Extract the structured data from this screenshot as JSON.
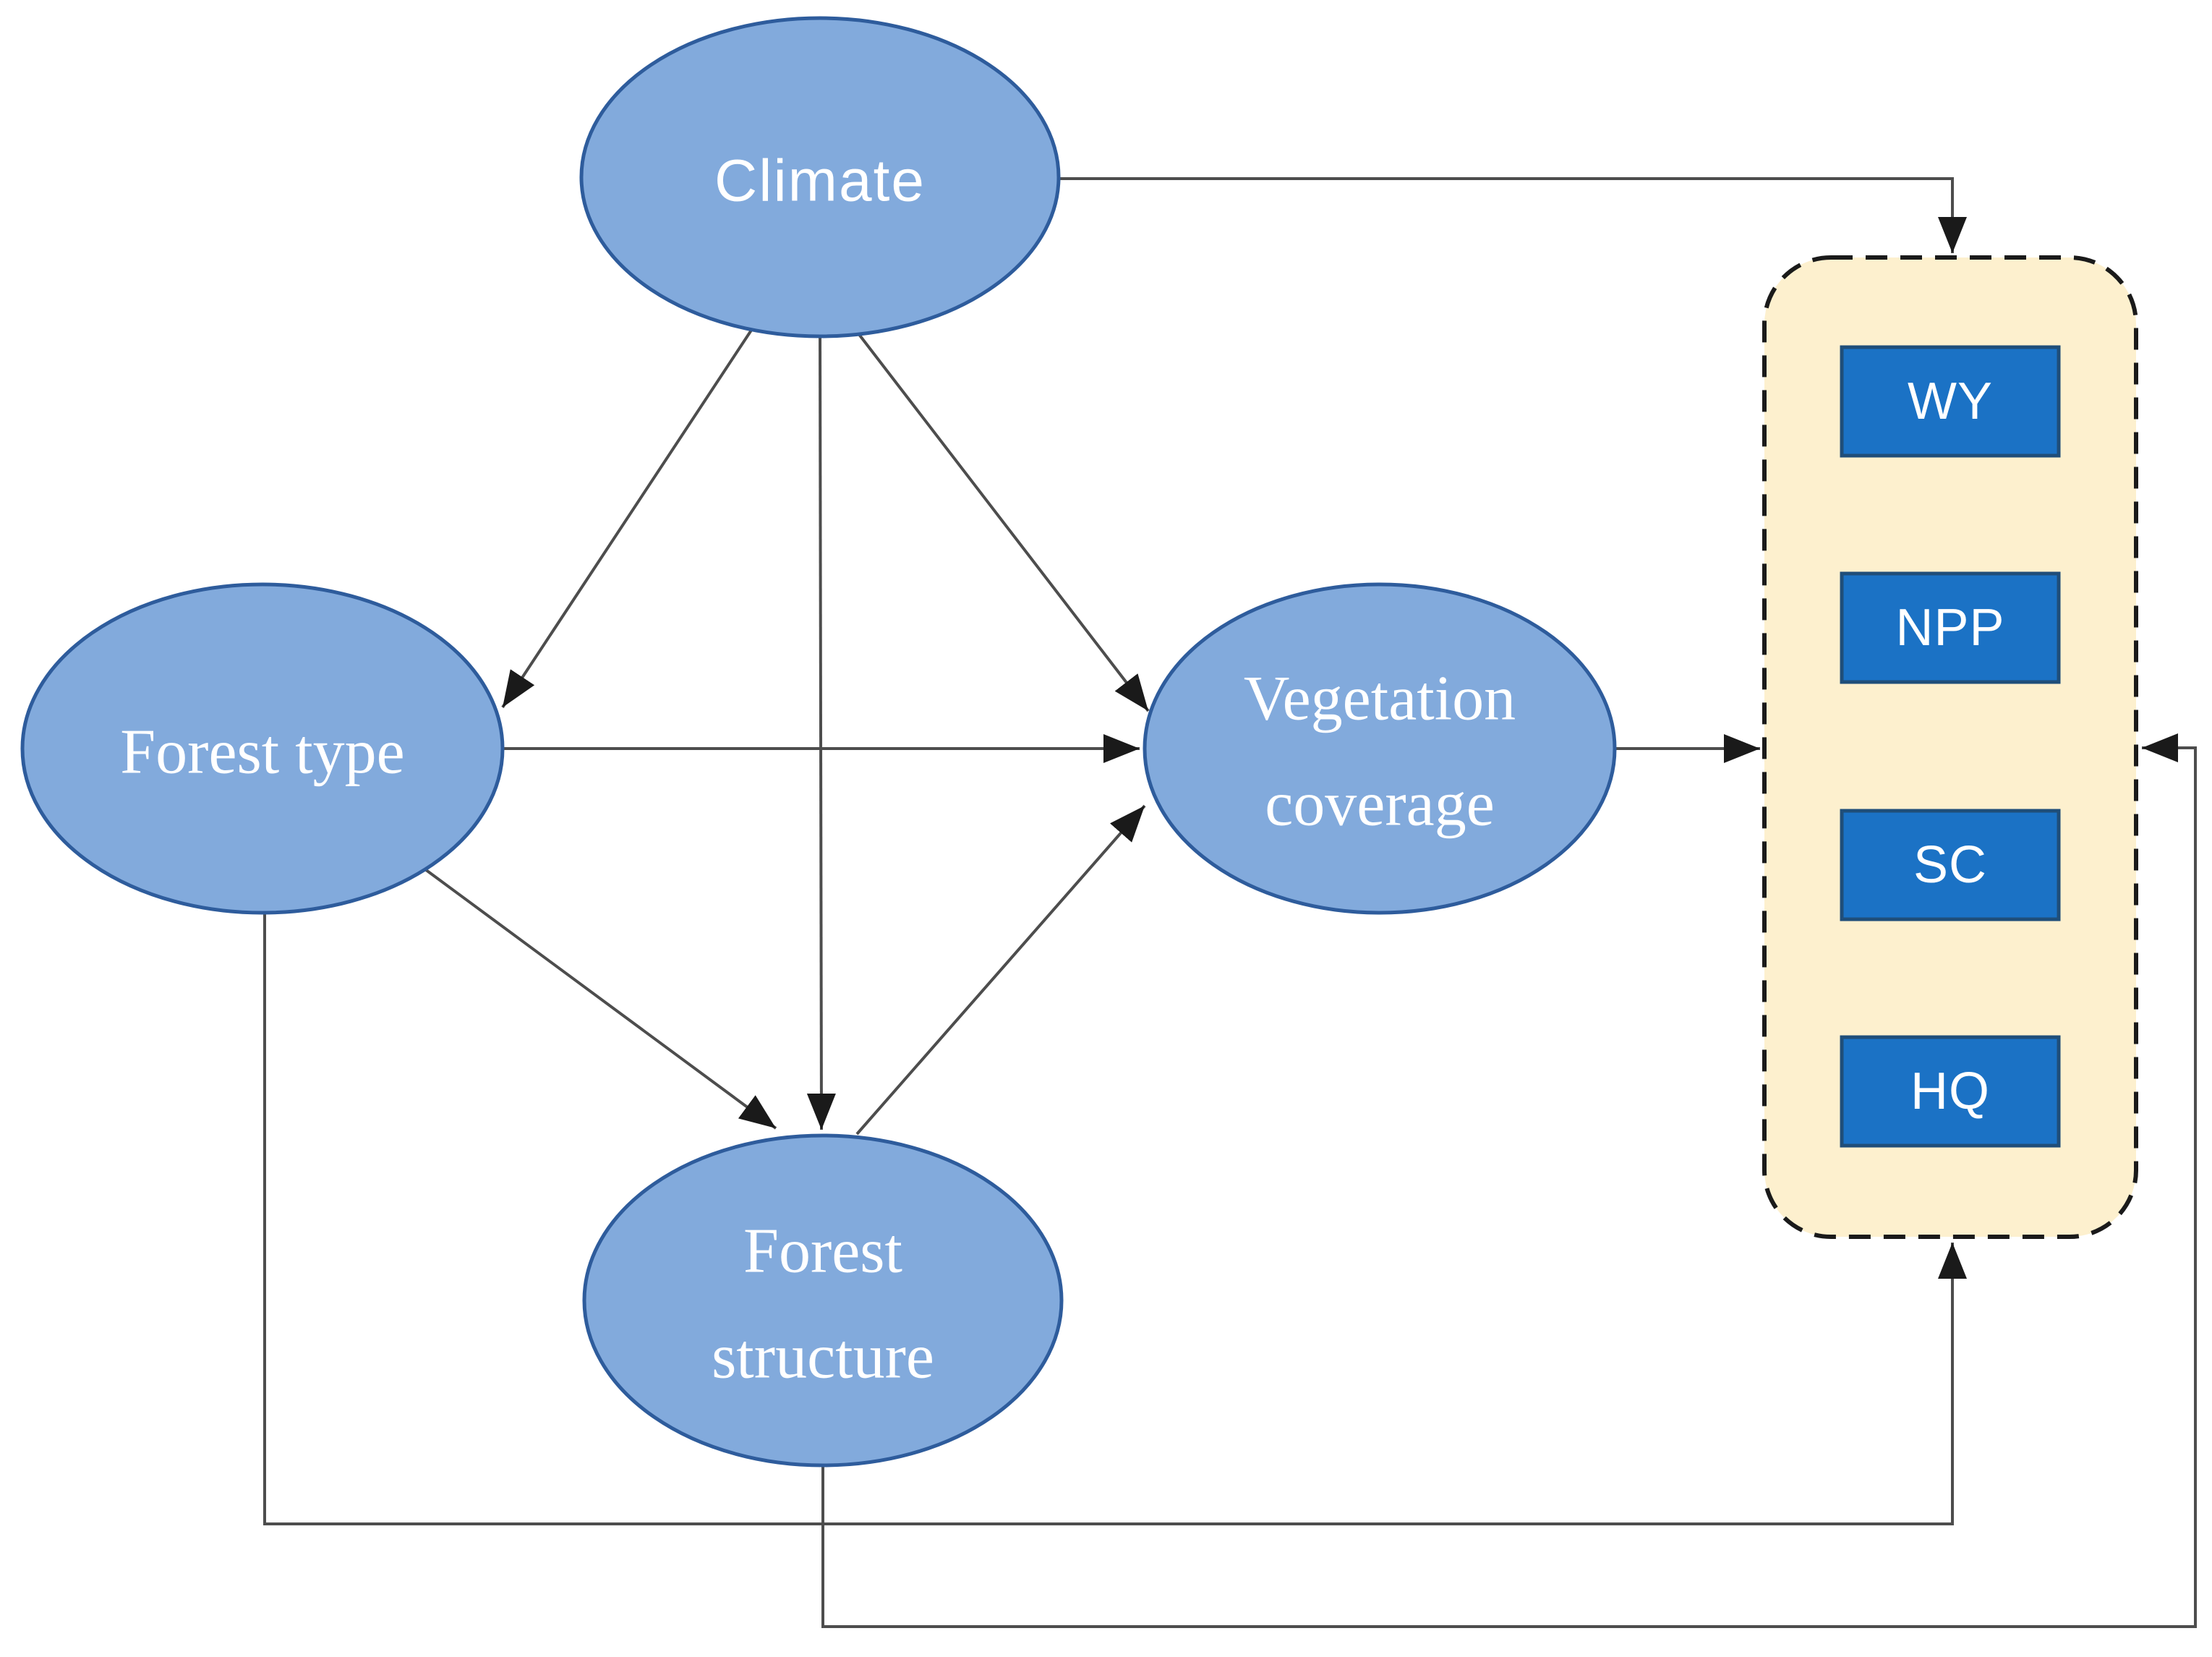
{
  "figure": {
    "nodes": {
      "climate": {
        "label": "Climate"
      },
      "forest_type": {
        "label": "Forest type"
      },
      "vegetation_coverage": {
        "line1": "Vegetation",
        "line2": "coverage"
      },
      "forest_structure": {
        "line1": "Forest",
        "line2": "structure"
      }
    },
    "services": {
      "items": [
        {
          "label": "WY"
        },
        {
          "label": "NPP"
        },
        {
          "label": "SC"
        },
        {
          "label": "HQ"
        }
      ]
    },
    "colors": {
      "node_fill": "#82AADC",
      "node_stroke": "#2E5C9C",
      "box_fill": "#FDF0CE",
      "box_stroke": "#1A1A1A",
      "item_fill": "#1B72C5",
      "item_stroke": "#1F4E79",
      "connector": "#4D4D4D",
      "arrowhead": "#1A1A1A",
      "label_text": "#FFFFFF"
    }
  }
}
